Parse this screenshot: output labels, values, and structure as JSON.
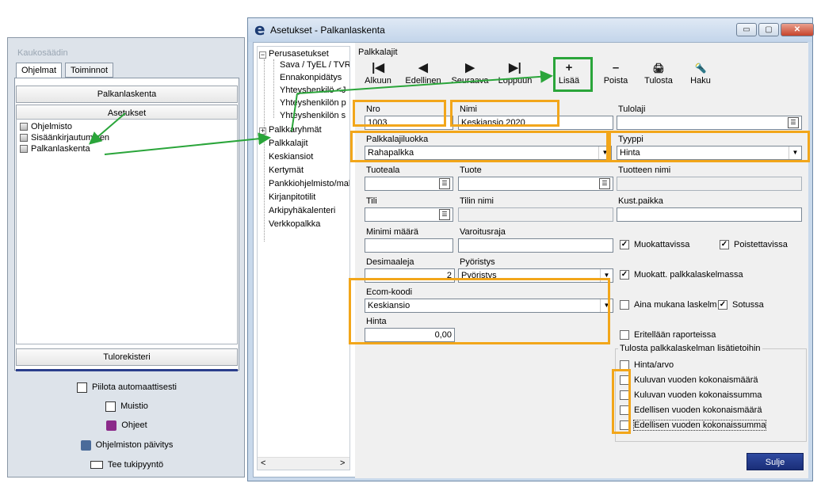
{
  "remote": {
    "title": "Kaukosäädin",
    "tabs": [
      "Ohjelmat",
      "Toiminnot"
    ],
    "palkanlaskenta_btn": "Palkanlaskenta",
    "asetukset_btn": "Asetukset",
    "list_items": [
      "Ohjelmisto",
      "Sisäänkirjautuminen",
      "Palkanlaskenta"
    ],
    "tulorekisteri_btn": "Tulorekisteri",
    "actions": [
      "Piilota automaattisesti",
      "Muistio",
      "Ohjeet",
      "Ohjelmiston päivitys",
      "Tee tukipyyntö"
    ]
  },
  "main": {
    "logo": "e",
    "title": "Asetukset - Palkanlaskenta",
    "window_buttons": {
      "minimize": "▭",
      "maximize": "▢",
      "close": "✕"
    },
    "tree": {
      "root": "Perusasetukset",
      "children": [
        "Sava / TyEL / TVR",
        "Ennakonpidätys",
        "Yhteyshenkilö <J",
        "Yhteyshenkilön p",
        "Yhteyshenkilön s"
      ],
      "items": [
        "Palkkaryhmät",
        "Palkkalajit",
        "Keskiansiot",
        "Kertymät",
        "Pankkiohjelmisto/maksu",
        "Kirjanpitotilit",
        "Arkipyhäkalenteri",
        "Verkkopalkka"
      ]
    },
    "section_title": "Palkkalajit",
    "toolbar": [
      {
        "label": "Alkuun",
        "glyph": "|◀"
      },
      {
        "label": "Edellinen",
        "glyph": "◀"
      },
      {
        "label": "Seuraava",
        "glyph": "▶"
      },
      {
        "label": "Loppuun",
        "glyph": "▶|"
      },
      {
        "label": "Lisää",
        "glyph": "+"
      },
      {
        "label": "Poista",
        "glyph": "–"
      },
      {
        "label": "Tulosta",
        "glyph": "🖨"
      },
      {
        "label": "Haku",
        "glyph": "🔦"
      }
    ],
    "fields": {
      "nro_label": "Nro",
      "nro_value": "1003",
      "nimi_label": "Nimi",
      "nimi_value": "Keskiansio 2020",
      "tulolaji_label": "Tulolaji",
      "tulolaji_value": "",
      "palkkalajiluokka_label": "Palkkalajiluokka",
      "palkkalajiluokka_value": "Rahapalkka",
      "tyyppi_label": "Tyyppi",
      "tyyppi_value": "Hinta",
      "tuoteala_label": "Tuoteala",
      "tuote_label": "Tuote",
      "tuotteen_nimi_label": "Tuotteen nimi",
      "tili_label": "Tili",
      "tilin_nimi_label": "Tilin nimi",
      "kust_paikka_label": "Kust.paikka",
      "minimi_label": "Minimi määrä",
      "varoitusraja_label": "Varoitusraja",
      "desimaaleja_label": "Desimaaleja",
      "desimaaleja_value": "2",
      "pyoristys_label": "Pyöristys",
      "pyoristys_value": "Pyöristys",
      "ecom_label": "Ecom-koodi",
      "ecom_value": "Keskiansio",
      "hinta_label": "Hinta",
      "hinta_value": "0,00"
    },
    "checkboxes": {
      "muokattavissa": "Muokattavissa",
      "poistettavissa": "Poistettavissa",
      "muokatt_palkkalaskelmassa": "Muokatt. palkkalaskelmassa",
      "aina_mukana": "Aina mukana laskelm",
      "sotussa": "Sotussa",
      "eritellaan": "Eritellään raporteissa"
    },
    "group": {
      "title": "Tulosta palkkalaskelman lisätietoihin",
      "items": [
        "Hinta/arvo",
        "Kuluvan vuoden kokonaismäärä",
        "Kuluvan vuoden kokonaissumma",
        "Edellisen vuoden kokonaismäärä",
        "Edellisen vuoden kokonaissumma"
      ]
    },
    "close_button": "Sulje"
  }
}
